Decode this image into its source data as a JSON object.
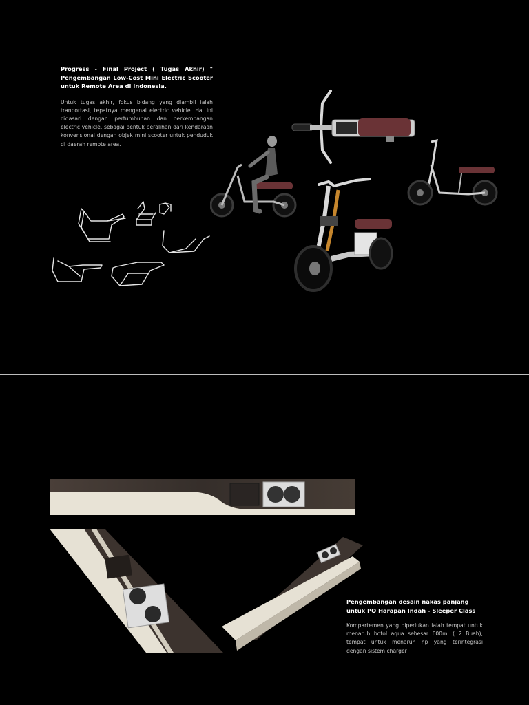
{
  "section1": {
    "title": "Progress - Final Project ( Tugas Akhir) \" Pengembangan Low-Cost Mini Electric Scooter untuk Remote Area di Indonesia.",
    "body": "Untuk tugas akhir, fokus bidang yang diambil ialah tranportasi, tepatnya mengenai electric vehicle. Hal ini didasari dengan pertumbuhan dan perkembangan electric vehicle, sebagai bentuk peralihan dari kendaraan konvensional dengan objek mini scooter untuk penduduk di daerah remote area."
  },
  "section2": {
    "title": "Pengembangan desain nakas panjang untuk PO Harapan Indah - Sleeper Class",
    "body": "Kompartemen yang diperlukan ialah tempat untuk menaruh botol aqua sebesar 600ml ( 2 Buah), tempat untuk menaruh hp yang terintegrasi dengan sistem charger"
  },
  "colors": {
    "background": "#000000",
    "divider": "#bdbdbd",
    "seat": "#6a3336",
    "frame": "#d9d9d9",
    "wood": "#3d3530",
    "panel": "#e6e1d4"
  }
}
